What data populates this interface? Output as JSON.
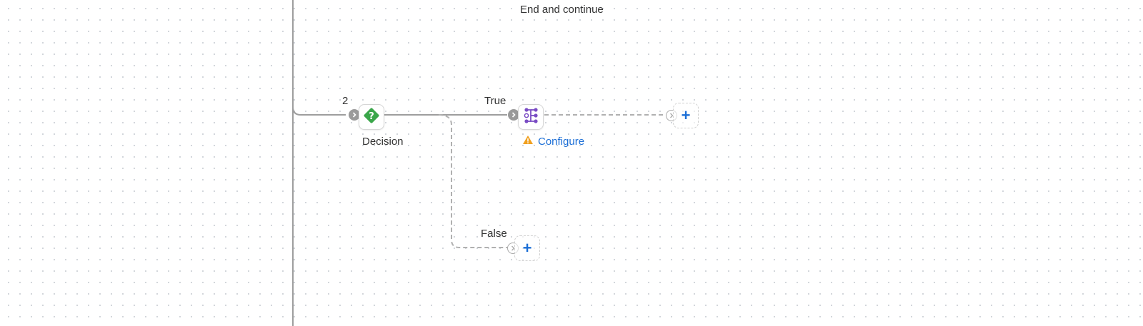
{
  "canvas": {
    "top_label": "End and continue",
    "step_number": "2",
    "decision": {
      "label": "Decision",
      "icon": "decision-diamond-icon",
      "color": "#3aa64a"
    },
    "true_branch": {
      "label": "True",
      "node_icon": "flow-branch-icon",
      "icon_color": "#7a4cc4",
      "configure_label": "Configure",
      "warning_color": "#f0a020"
    },
    "false_branch": {
      "label": "False"
    },
    "add_symbol": "+",
    "accent_color": "#1b6ed6"
  }
}
